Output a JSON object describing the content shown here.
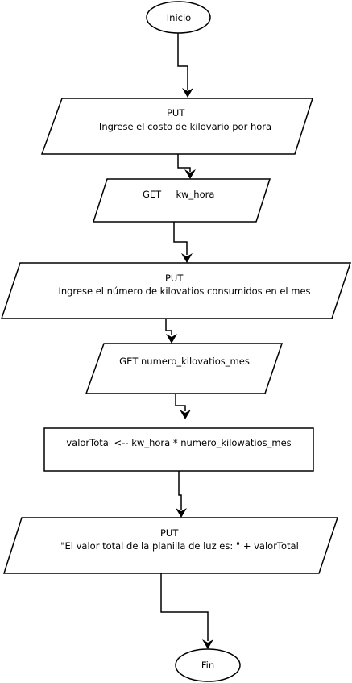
{
  "flowchart": {
    "start": {
      "label": "Inicio"
    },
    "steps": [
      {
        "lines": [
          "PUT",
          "Ingrese el costo de kilovario por hora"
        ]
      },
      {
        "lines": [
          "GET     kw_hora"
        ]
      },
      {
        "lines": [
          "PUT",
          "Ingrese el número de kilovatios consumidos en el mes"
        ]
      },
      {
        "lines": [
          "GET numero_kilovatios_mes"
        ]
      },
      {
        "lines": [
          "valorTotal <-- kw_hora * numero_kilowatios_mes"
        ]
      },
      {
        "lines": [
          "PUT",
          "\"El valor total de la planilla de luz es: \" + valorTotal"
        ]
      }
    ],
    "end": {
      "label": "Fin"
    }
  }
}
